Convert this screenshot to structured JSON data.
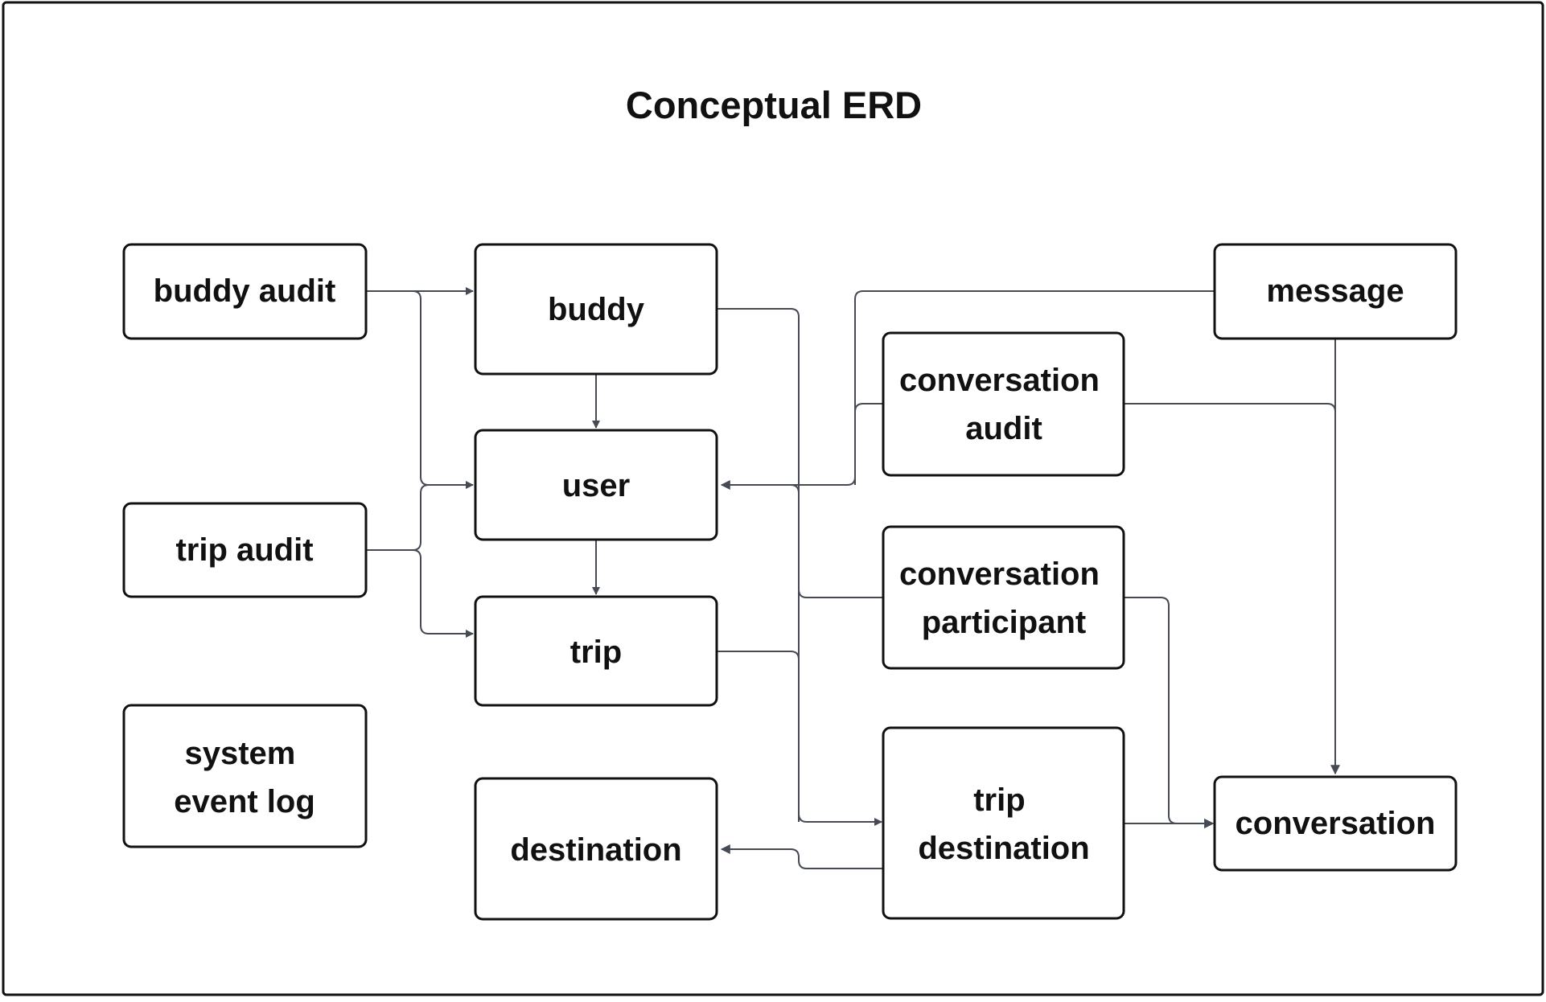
{
  "title": "Conceptual ERD",
  "colors": {
    "frame": "#111111",
    "box_border": "#111111",
    "text": "#111111",
    "connector": "#454a55",
    "background": "#ffffff"
  },
  "entities": {
    "buddy_audit": "buddy audit",
    "buddy": "buddy",
    "message": "message",
    "conversation_audit": [
      "conversation",
      "audit"
    ],
    "user": "user",
    "trip_audit": "trip audit",
    "conversation_participant": [
      "conversation",
      "participant"
    ],
    "trip": "trip",
    "system_event_log": [
      "system",
      "event log"
    ],
    "trip_destination": [
      "trip",
      "destination"
    ],
    "destination": "destination",
    "conversation": "conversation"
  },
  "relationships": [
    {
      "from": "buddy_audit",
      "to": "buddy"
    },
    {
      "from": "buddy_audit",
      "to": "user"
    },
    {
      "from": "trip_audit",
      "to": "user"
    },
    {
      "from": "trip_audit",
      "to": "trip"
    },
    {
      "from": "buddy",
      "to": "user"
    },
    {
      "from": "user",
      "to": "trip"
    },
    {
      "from": "buddy",
      "to": "trip_destination"
    },
    {
      "from": "message",
      "to": "user"
    },
    {
      "from": "conversation_audit",
      "to": "user"
    },
    {
      "from": "conversation_participant",
      "to": "user"
    },
    {
      "from": "message",
      "to": "conversation"
    },
    {
      "from": "conversation_audit",
      "to": "conversation"
    },
    {
      "from": "conversation_participant",
      "to": "conversation"
    },
    {
      "from": "trip",
      "to": "trip_destination"
    },
    {
      "from": "trip_destination",
      "to": "destination"
    },
    {
      "from": "trip_destination",
      "to": "conversation"
    }
  ]
}
